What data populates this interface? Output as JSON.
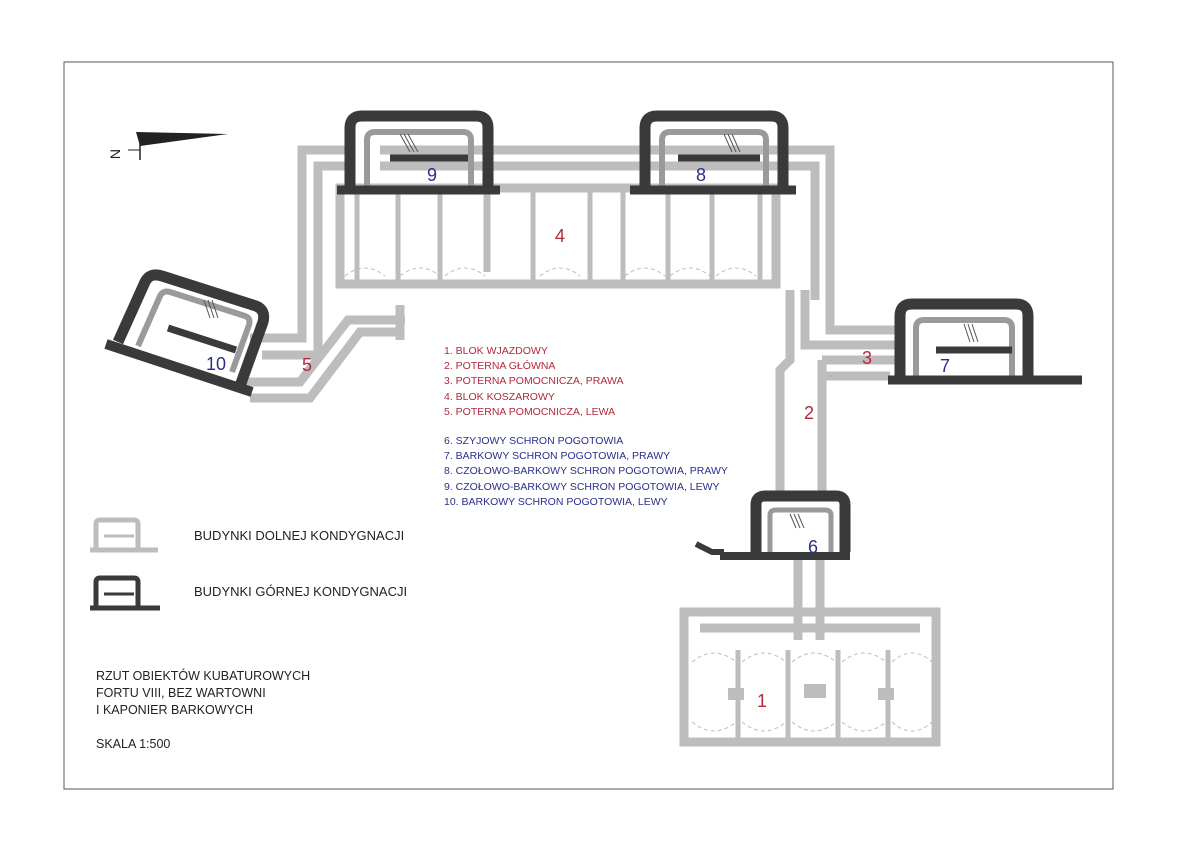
{
  "colors": {
    "paper": "#ffffff",
    "lower_level": "#bdbdbd",
    "upper_level": "#3a3a3a",
    "red_text": "#b02a3a",
    "blue_text": "#2b2f8c"
  },
  "north_label": "N",
  "building_numbers": {
    "n1": "1",
    "n2": "2",
    "n3": "3",
    "n4": "4",
    "n5": "5",
    "n6": "6",
    "n7": "7",
    "n8": "8",
    "n9": "9",
    "n10": "10"
  },
  "legend_red": [
    "1. BLOK WJAZDOWY",
    "2. POTERNA GŁÓWNA",
    "3. POTERNA POMOCNICZA, PRAWA",
    "4. BLOK KOSZAROWY",
    "5. POTERNA POMOCNICZA, LEWA"
  ],
  "legend_blue": [
    "6. SZYJOWY SCHRON POGOTOWIA",
    "7. BARKOWY SCHRON POGOTOWIA, PRAWY",
    "8. CZOŁOWO-BARKOWY SCHRON POGOTOWIA, PRAWY",
    "9. CZOŁOWO-BARKOWY SCHRON POGOTOWIA, LEWY",
    "10. BARKOWY SCHRON POGOTOWIA, LEWY"
  ],
  "key": {
    "lower_label": "BUDYNKI DOLNEJ KONDYGNACJI",
    "upper_label": "BUDYNKI GÓRNEJ KONDYGNACJI"
  },
  "title": {
    "line1": "RZUT OBIEKTÓW KUBATUROWYCH",
    "line2": "FORTU VIII, BEZ WARTOWNI",
    "line3": "I KAPONIER BARKOWYCH",
    "scale": "SKALA 1:500"
  }
}
